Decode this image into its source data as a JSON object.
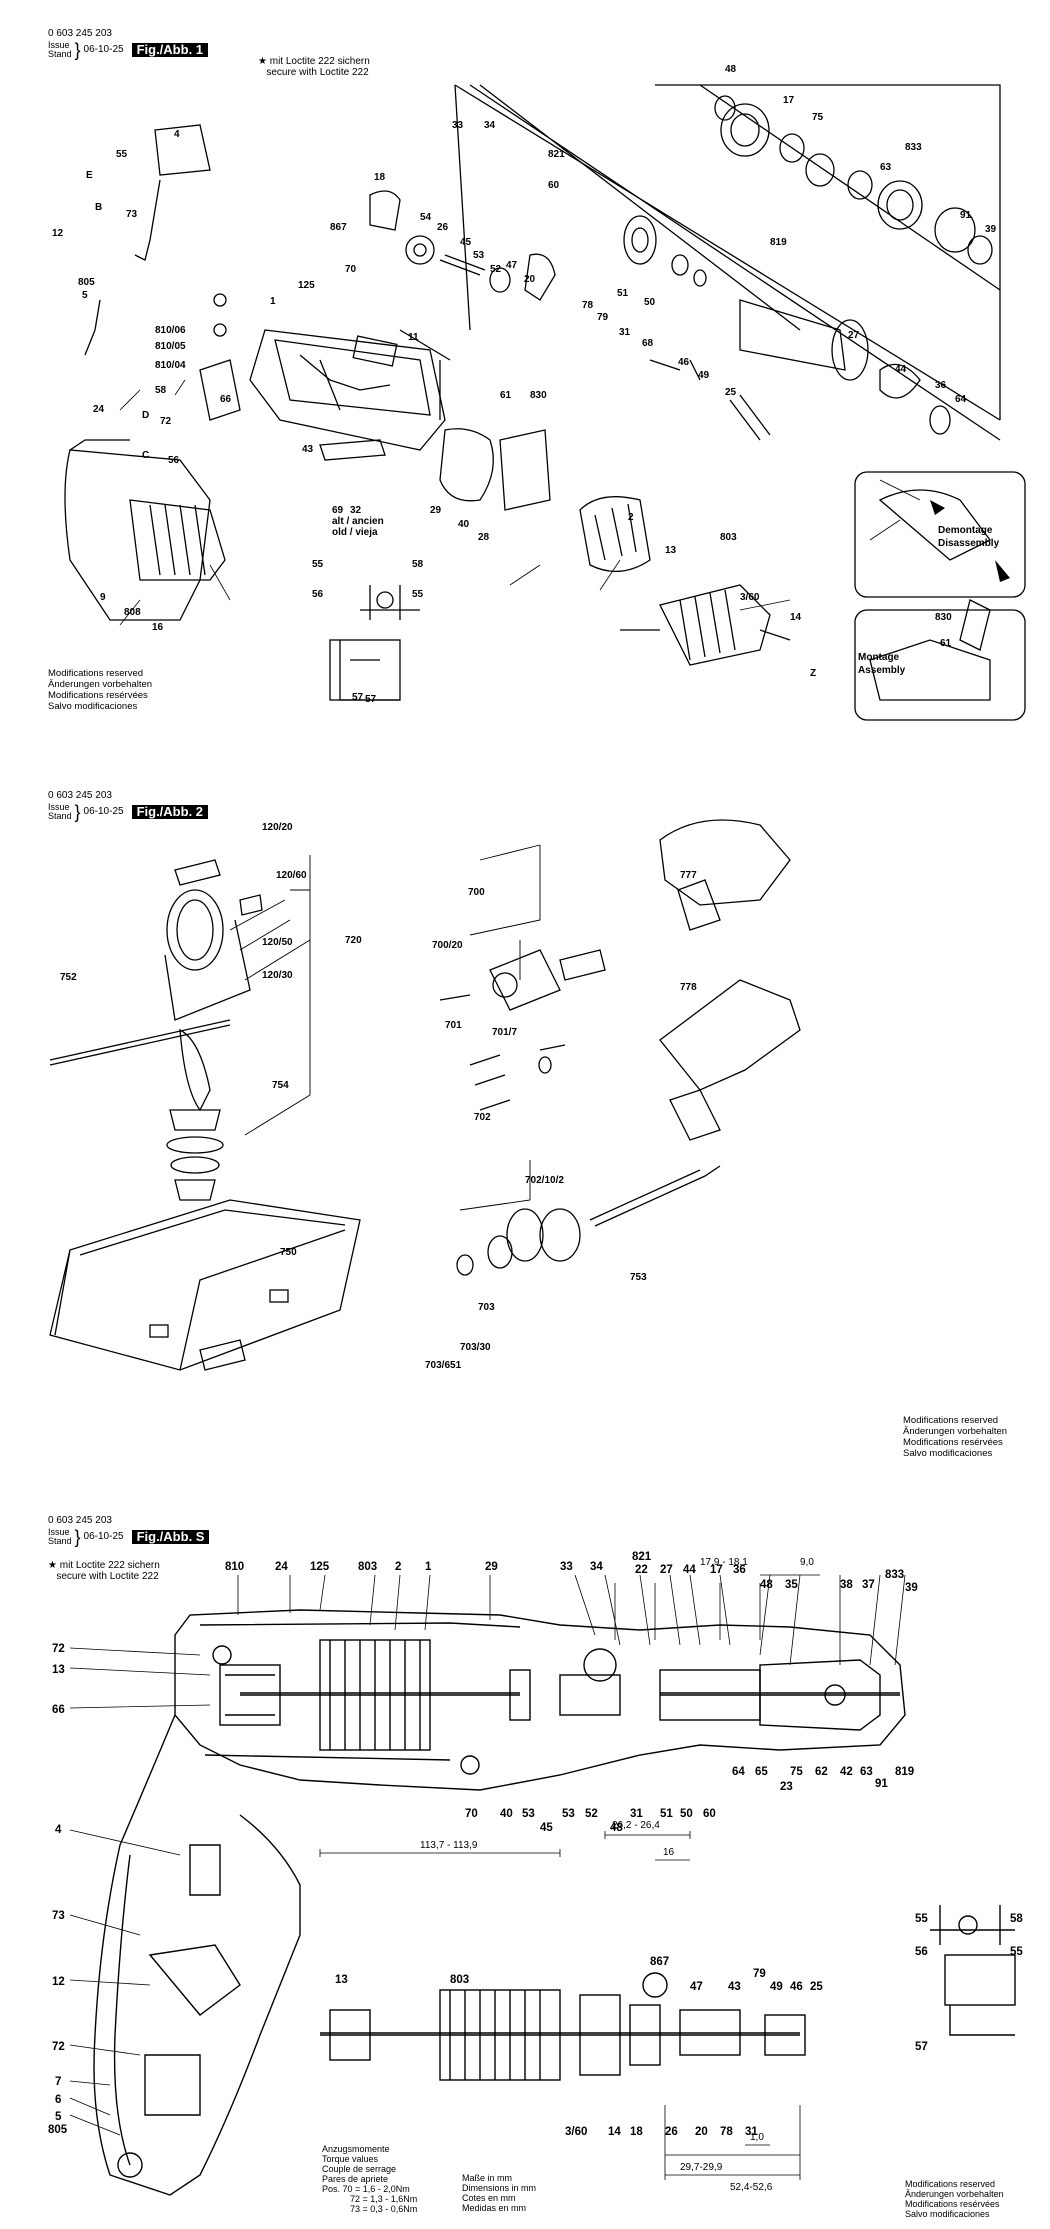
{
  "header": {
    "code": "0 603 245 203",
    "issue": "Issue",
    "stand": "Stand",
    "date": "06-10-25"
  },
  "sheet1": {
    "figure": "Fig./Abb. 1",
    "loctite": [
      "mit Loctite 222 sichern",
      "secure with Loctite 222"
    ],
    "modifications": [
      "Modifications reserved",
      "Änderungen vorbehalten",
      "Modifications resérvées",
      "Salvo modificaciones"
    ],
    "callouts": [
      "48",
      "17",
      "75",
      "833",
      "63",
      "91",
      "39",
      "33",
      "34",
      "821",
      "60",
      "819",
      "27",
      "44",
      "36",
      "64",
      "4",
      "55",
      "E",
      "B",
      "73",
      "12",
      "805",
      "5",
      "18",
      "867",
      "54",
      "26",
      "45",
      "53",
      "52",
      "47",
      "20",
      "70",
      "50",
      "51",
      "78",
      "79",
      "31",
      "68",
      "46",
      "49",
      "25",
      "125",
      "11",
      "61",
      "830",
      "810/06",
      "810/05",
      "810/04",
      "58",
      "72",
      "66",
      "D",
      "C",
      "56",
      "1",
      "24",
      "43",
      "29",
      "40",
      "28",
      "69",
      "32",
      "alt / ancien",
      "old / vieja",
      "2",
      "13",
      "803",
      "3/60",
      "14",
      "Z",
      "9",
      "808",
      "16",
      "57"
    ],
    "demontage": [
      "Demontage",
      "Disassembly"
    ],
    "montage": [
      "Montage",
      "Assembly"
    ],
    "wiring": {
      "s55": "55",
      "s58": "58",
      "s56": "56",
      "s55b": "55",
      "s57": "57"
    }
  },
  "sheet2": {
    "figure": "Fig./Abb. 2",
    "callouts": [
      "120/20",
      "120/60",
      "120/50",
      "120/30",
      "720",
      "752",
      "754",
      "700",
      "700/20",
      "701",
      "701/7",
      "777",
      "778",
      "702",
      "702/10/2",
      "750",
      "753",
      "703",
      "703/30",
      "703/651"
    ],
    "modifications": [
      "Modifications reserved",
      "Änderungen vorbehalten",
      "Modifications resérvées",
      "Salvo modificaciones"
    ]
  },
  "sheet3": {
    "figure": "Fig./Abb. S",
    "loctite": [
      "mit Loctite 222 sichern",
      "secure with Loctite 222"
    ],
    "top_labels": [
      "810",
      "24",
      "125",
      "803",
      "2",
      "1",
      "29",
      "33",
      "34",
      "821",
      "22",
      "27",
      "44",
      "17",
      "36",
      "48",
      "35",
      "38",
      "37",
      "833",
      "39"
    ],
    "dims_top": [
      "17,9 - 18,1",
      "9,0"
    ],
    "left_labels": [
      "72",
      "13",
      "66",
      "4",
      "73",
      "12",
      "72",
      "7",
      "6",
      "5",
      "805"
    ],
    "bottom_labels": [
      "70",
      "40",
      "53",
      "45",
      "53",
      "52",
      "48",
      "31",
      "51",
      "50",
      "60"
    ],
    "right_labels": [
      "64",
      "65",
      "75",
      "62",
      "42",
      "63",
      "91",
      "819",
      "23"
    ],
    "lower_labels": [
      "13",
      "803",
      "867",
      "47",
      "43",
      "79",
      "49",
      "46",
      "25",
      "3/60",
      "14",
      "18",
      "26",
      "20",
      "78",
      "31"
    ],
    "dims_lower": [
      "113,7 - 113,9",
      "26,2 - 26,4",
      "16",
      "1,0",
      "29,7-29,9",
      "52,4-52,6"
    ],
    "torque_title": [
      "Anzugsmomente",
      "Torque values",
      "Couple de serrage",
      "Pares de apriete"
    ],
    "torque_rows": [
      "Pos. 70 = 1,6 - 2,0Nm",
      "72 = 1,3 - 1,6Nm",
      "73 = 0,3 - 0,6Nm"
    ],
    "units": [
      "Maße in mm",
      "Dimensions in mm",
      "Cotes en mm",
      "Medidas en mm"
    ],
    "wiring": [
      "55",
      "58",
      "56",
      "55",
      "57"
    ],
    "modifications": [
      "Modifications reserved",
      "Änderungen vorbehalten",
      "Modifications resérvées",
      "Salvo modificaciones"
    ]
  }
}
